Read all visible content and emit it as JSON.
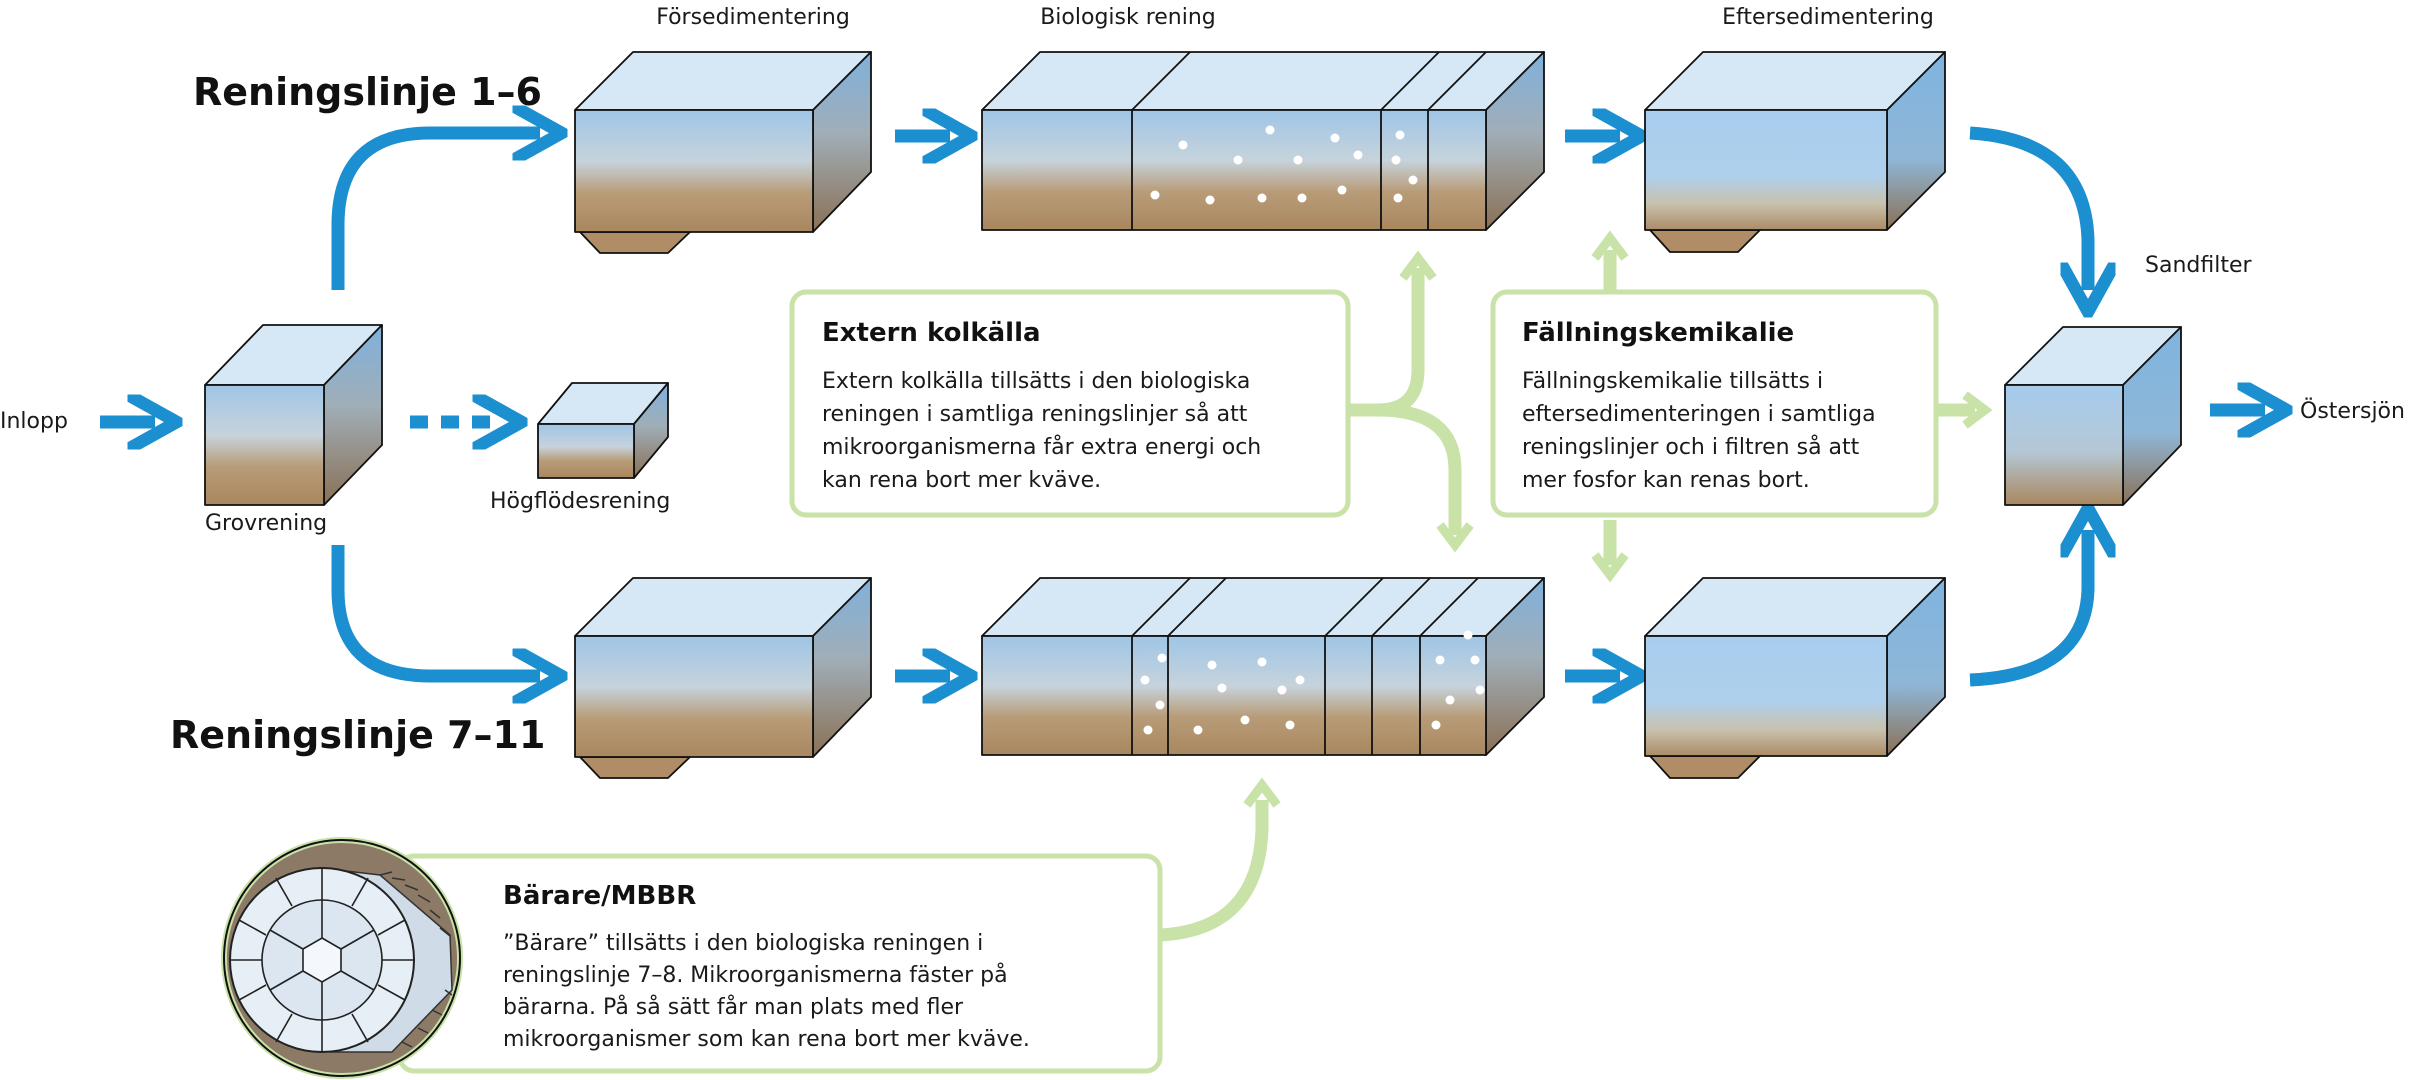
{
  "stages": {
    "forsedimentering": "Försedimentering",
    "biologisk": "Biologisk rening",
    "eftersedimentering": "Eftersedimentering",
    "sandfilter": "Sandfilter",
    "inlopp": "Inlopp",
    "grovrening": "Grovrening",
    "hogflodesrening": "Högflödesrening",
    "ostersjon": "Östersjön"
  },
  "lines": {
    "line1": "Reningslinje 1–6",
    "line2": "Reningslinje 7–11"
  },
  "boxes": {
    "extern": {
      "title": "Extern kolkälla",
      "lines": [
        "Extern kolkälla tillsätts i den biologiska",
        "reningen i samtliga reningslinjer så att",
        "mikroorganismerna får extra energi och",
        "kan rena bort mer kväve."
      ]
    },
    "falln": {
      "title": "Fällningskemikalie",
      "lines": [
        "Fällningskemikalie tillsätts i",
        "eftersedimenteringen i samtliga",
        "reningslinjer och i filtren så att",
        "mer fosfor kan renas bort."
      ]
    },
    "barare": {
      "title": "Bärare/MBBR",
      "lines": [
        "”Bärare” tillsätts i den biologiska reningen i",
        "reningslinje 7–8. Mikroorganismerna fäster på",
        "bärarna. På så sätt får man plats med fler",
        "mikroorganismer som kan rena bort mer kväve."
      ]
    }
  },
  "colors": {
    "flow_arrow": "#1b8fd0",
    "additive_arrow": "#c8e2a8",
    "box_border": "#c8e2a8",
    "tank_top": "#d6e8f5",
    "tank_sludge": "#b08d66",
    "tank_side_dark": "#8a7054"
  }
}
